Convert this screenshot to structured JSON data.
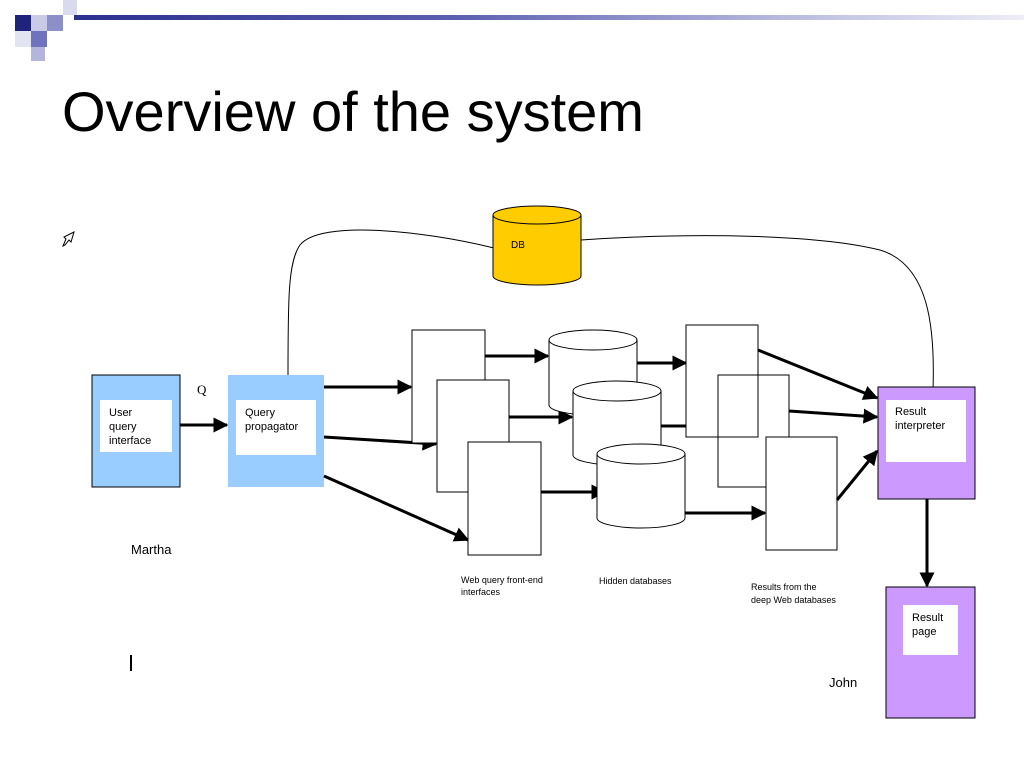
{
  "title": "Overview of the system",
  "diagram": {
    "db_label": "DB",
    "q_label": "Q",
    "user_query_interface": [
      "User",
      "query",
      "interface"
    ],
    "query_propagator": [
      "Query",
      "propagator"
    ],
    "result_interpreter": [
      "Result",
      "interpreter"
    ],
    "result_page": [
      "Result",
      "page"
    ],
    "web_query_caption": [
      "Web query front-end",
      "interfaces"
    ],
    "hidden_db_caption": "Hidden databases",
    "results_caption": [
      "Results from the",
      "deep Web databases"
    ],
    "martha": "Martha",
    "john": "John"
  },
  "colors": {
    "blue_box": "#99ccff",
    "purple_box": "#cc99ff",
    "db_yellow": "#ffcc00",
    "accent_navy": "#2b2f8f"
  }
}
